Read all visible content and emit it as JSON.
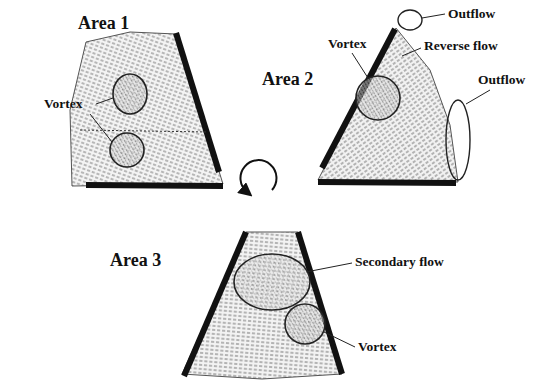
{
  "diagram": {
    "nodes": [
      {
        "text": [
          "Area 1"
        ]
      },
      {
        "text": [
          "Area 2"
        ]
      },
      {
        "text": [
          "Area 3"
        ]
      }
    ],
    "labels": [
      "Vortex",
      "Outflow",
      "Vortex",
      "Reverse flow",
      "Outflow",
      "Secondary flow",
      "Vortex"
    ]
  }
}
